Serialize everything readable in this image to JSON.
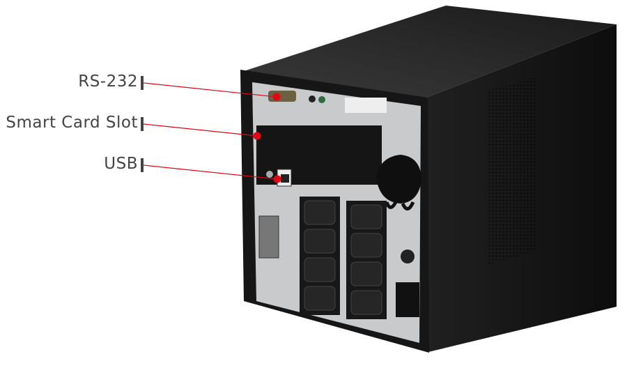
{
  "callouts": [
    {
      "label": "RS-232"
    },
    {
      "label": "Smart Card Slot"
    },
    {
      "label": "USB"
    }
  ],
  "colors": {
    "callout": "#e30613",
    "label": "#444444",
    "body": "#1c1c1c",
    "panel": "#c9cacc"
  }
}
